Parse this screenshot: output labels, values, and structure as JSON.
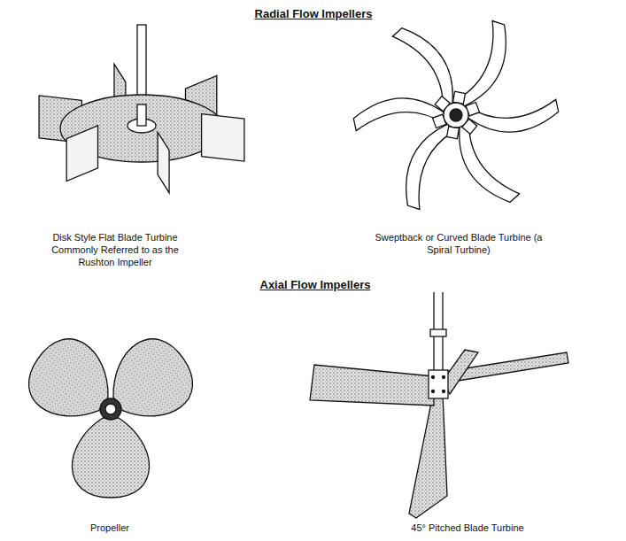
{
  "diagram": {
    "labels": [
      "Radial Flow Impellers",
      "Disk Style Flat Blade Turbine Commonly Referred to as the Rushton Impeller",
      "Sweptback or Curved Blade Turbine (a Spiral Turbine)",
      "Axial Flow Impellers",
      "Propeller",
      "45° Pitched Blade Turbine"
    ]
  }
}
